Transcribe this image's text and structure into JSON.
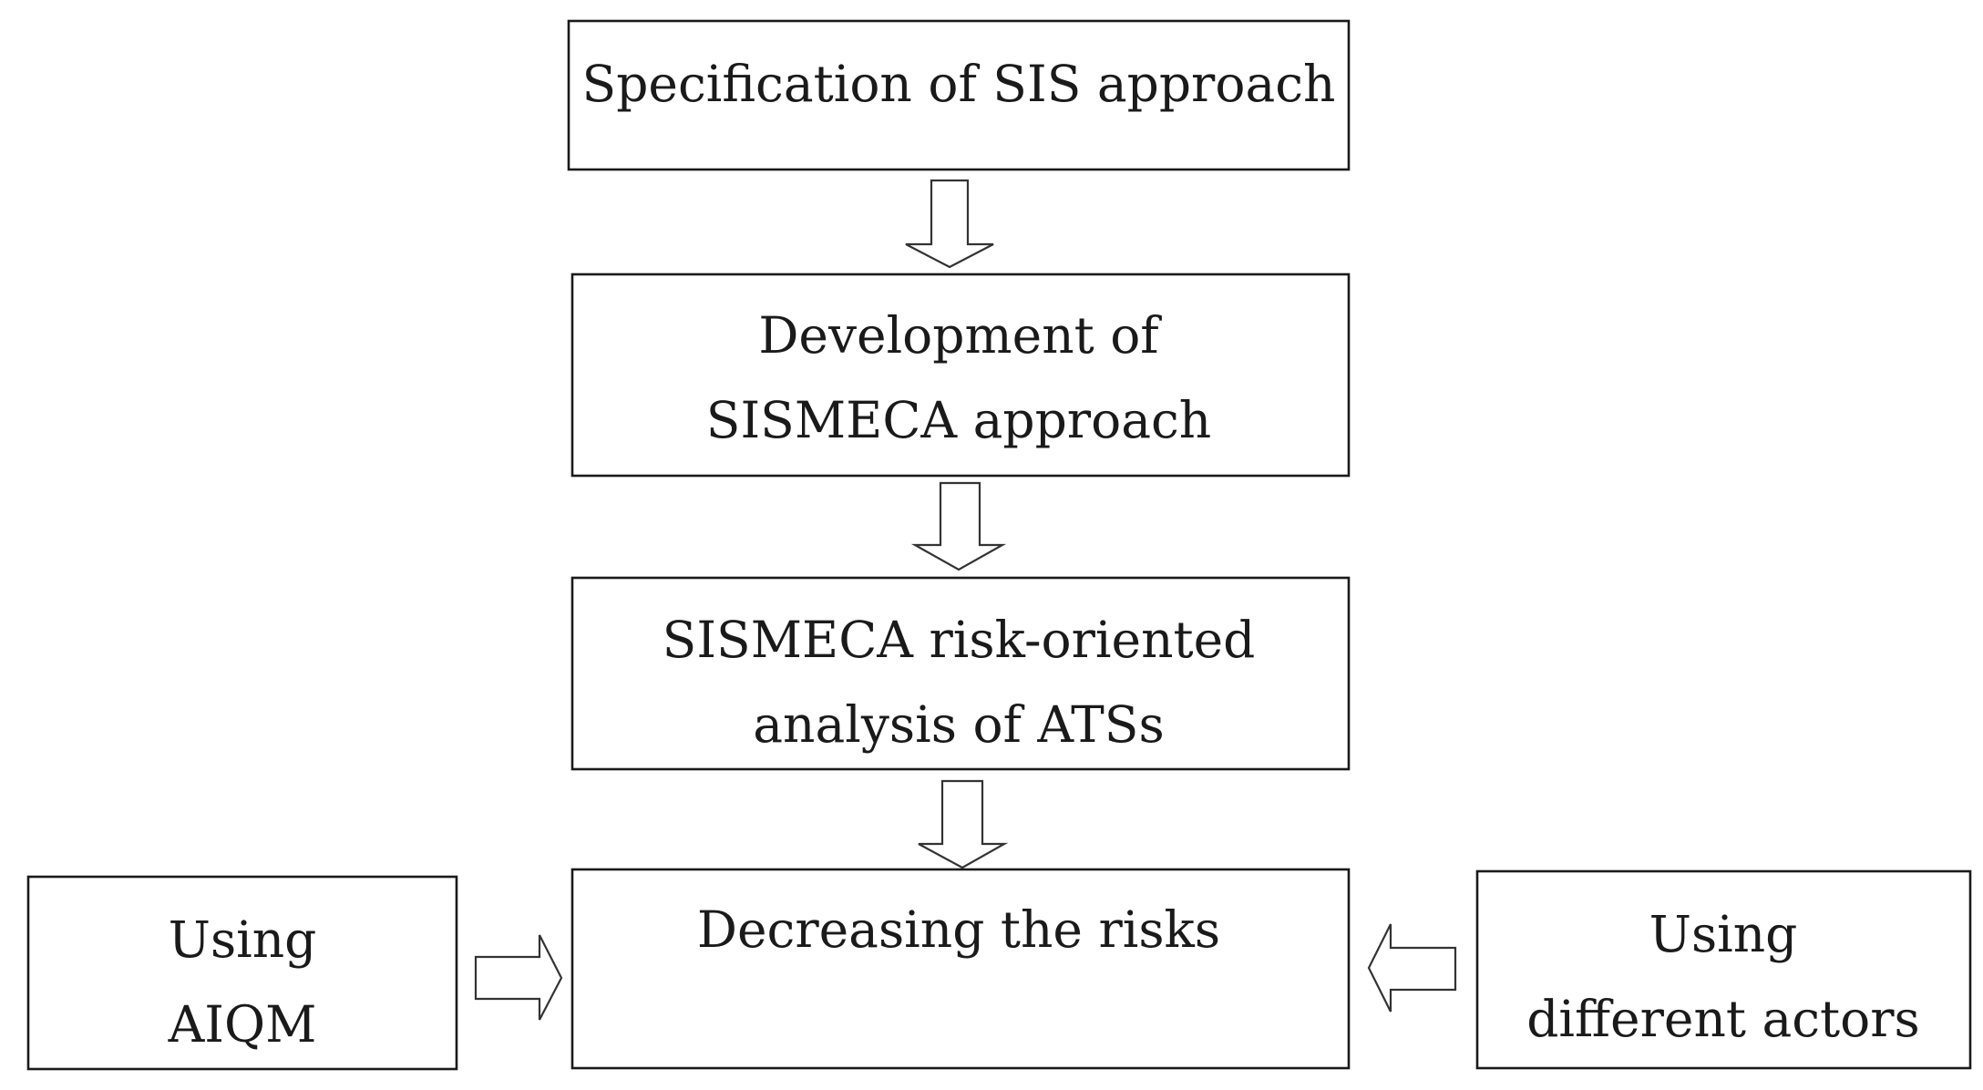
{
  "boxes": {
    "specification": {
      "lines": [
        "Specification of SIS approach"
      ]
    },
    "development": {
      "lines": [
        "Development of",
        "SISMECA approach"
      ]
    },
    "analysis": {
      "lines": [
        "SISMECA risk-oriented",
        "analysis of ATSs"
      ]
    },
    "decreasing": {
      "lines": [
        "Decreasing the risks"
      ]
    },
    "aiqm": {
      "lines": [
        "Using",
        "AIQM"
      ]
    },
    "actors": {
      "lines": [
        "Using",
        "different actors"
      ]
    }
  }
}
